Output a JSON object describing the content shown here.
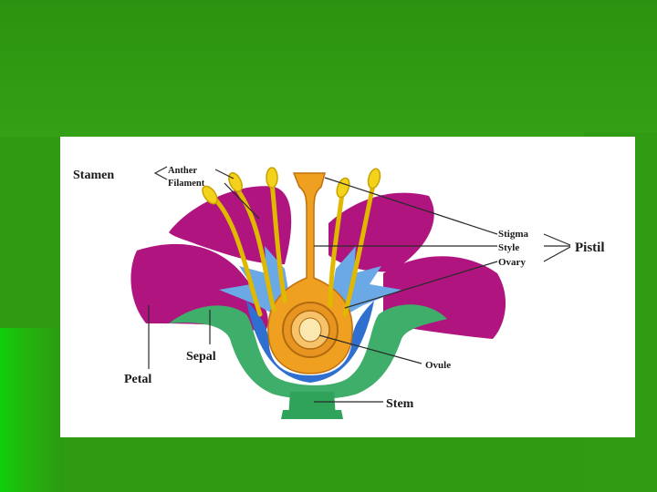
{
  "diagram": {
    "labels": {
      "stamen": "Stamen",
      "anther": "Anther",
      "filament": "Filament",
      "stigma": "Stigma",
      "style": "Style",
      "ovary": "Ovary",
      "pistil": "Pistil",
      "petal": "Petal",
      "sepal": "Sepal",
      "ovule": "Ovule",
      "stem": "Stem"
    },
    "colors": {
      "petal": "#b0147e",
      "sepal": "#3fae6a",
      "receptacle_blue": "#2f6fd0",
      "light_blue": "#6aa8e6",
      "ovary": "#f0a020",
      "stamen": "#f2d21a",
      "stem": "#2fa35a",
      "background": "#2f9a12"
    }
  }
}
